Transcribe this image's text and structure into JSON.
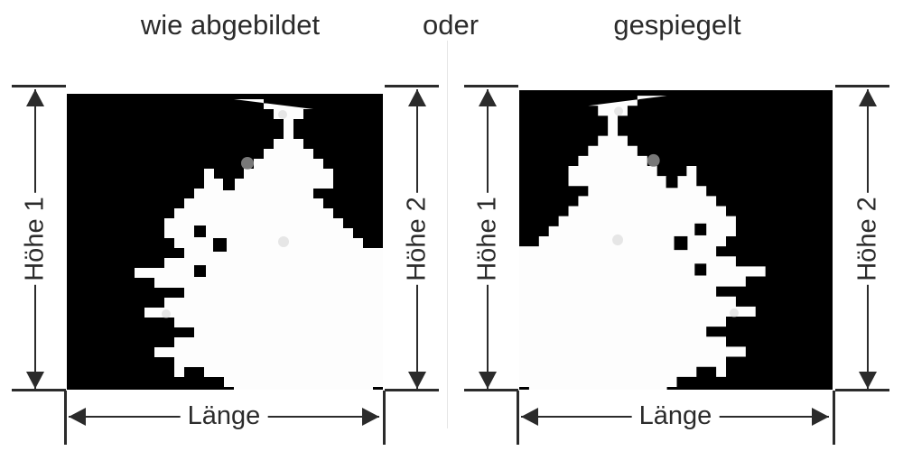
{
  "headings": {
    "left": "wie abgebildet",
    "middle": "oder",
    "right": "gespiegelt"
  },
  "panels": [
    {
      "id": "as-shown",
      "heading": "wie abgebildet",
      "mirrored": false,
      "height_label": "Höhe 1",
      "length_label": "Länge",
      "image": {
        "subject": "plant-silhouette",
        "background_color": "#000000",
        "foreground_color": "#ffffff"
      }
    },
    {
      "id": "mirrored",
      "heading": "gespiegelt",
      "mirrored": true,
      "height_label": "Höhe 2",
      "length_label": "Länge",
      "image": {
        "subject": "plant-silhouette",
        "background_color": "#000000",
        "foreground_color": "#ffffff"
      }
    }
  ],
  "colors": {
    "ink": "#2b2b2b",
    "plate_background": "#000000",
    "plate_foreground": "#ffffff",
    "divider": "#e6e6e6",
    "page_background": "#ffffff"
  }
}
